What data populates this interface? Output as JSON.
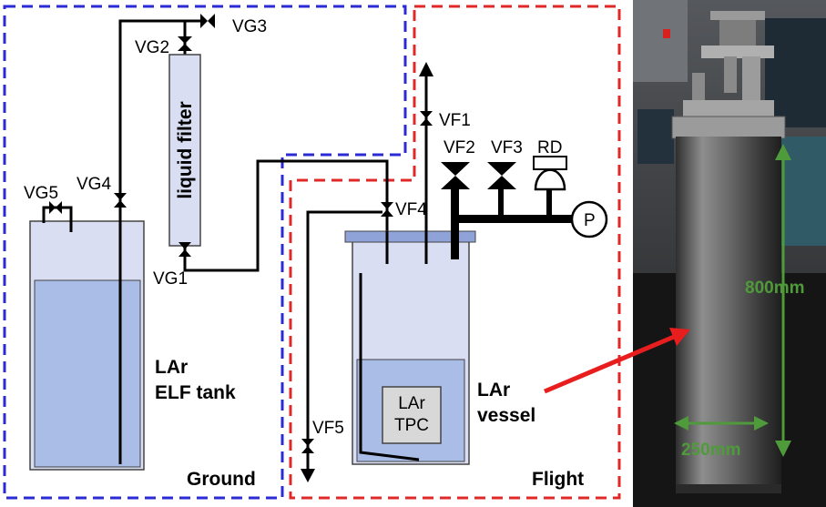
{
  "valves": {
    "vg1": "VG1",
    "vg2": "VG2",
    "vg3": "VG3",
    "vg4": "VG4",
    "vg5": "VG5",
    "vf1": "VF1",
    "vf2": "VF2",
    "vf3": "VF3",
    "vf4": "VF4",
    "vf5": "VF5",
    "rd": "RD",
    "pressure": "P"
  },
  "filter_label": "liquid filter",
  "tank": {
    "line1": "LAr",
    "line2": "ELF tank"
  },
  "vessel": {
    "line1": "LAr",
    "line2": "vessel"
  },
  "tpc": {
    "line1": "LAr",
    "line2": "TPC"
  },
  "regions": {
    "ground": "Ground",
    "flight": "Flight"
  },
  "dimensions": {
    "height": "800mm",
    "diameter": "250mm"
  },
  "colors": {
    "ground_border": "#2b2bd6",
    "flight_border": "#e02828",
    "dimension": "#4f9a3a",
    "pointer": "#e81e1e",
    "liquid": "#a9bde6",
    "gas": "#d9def3"
  }
}
